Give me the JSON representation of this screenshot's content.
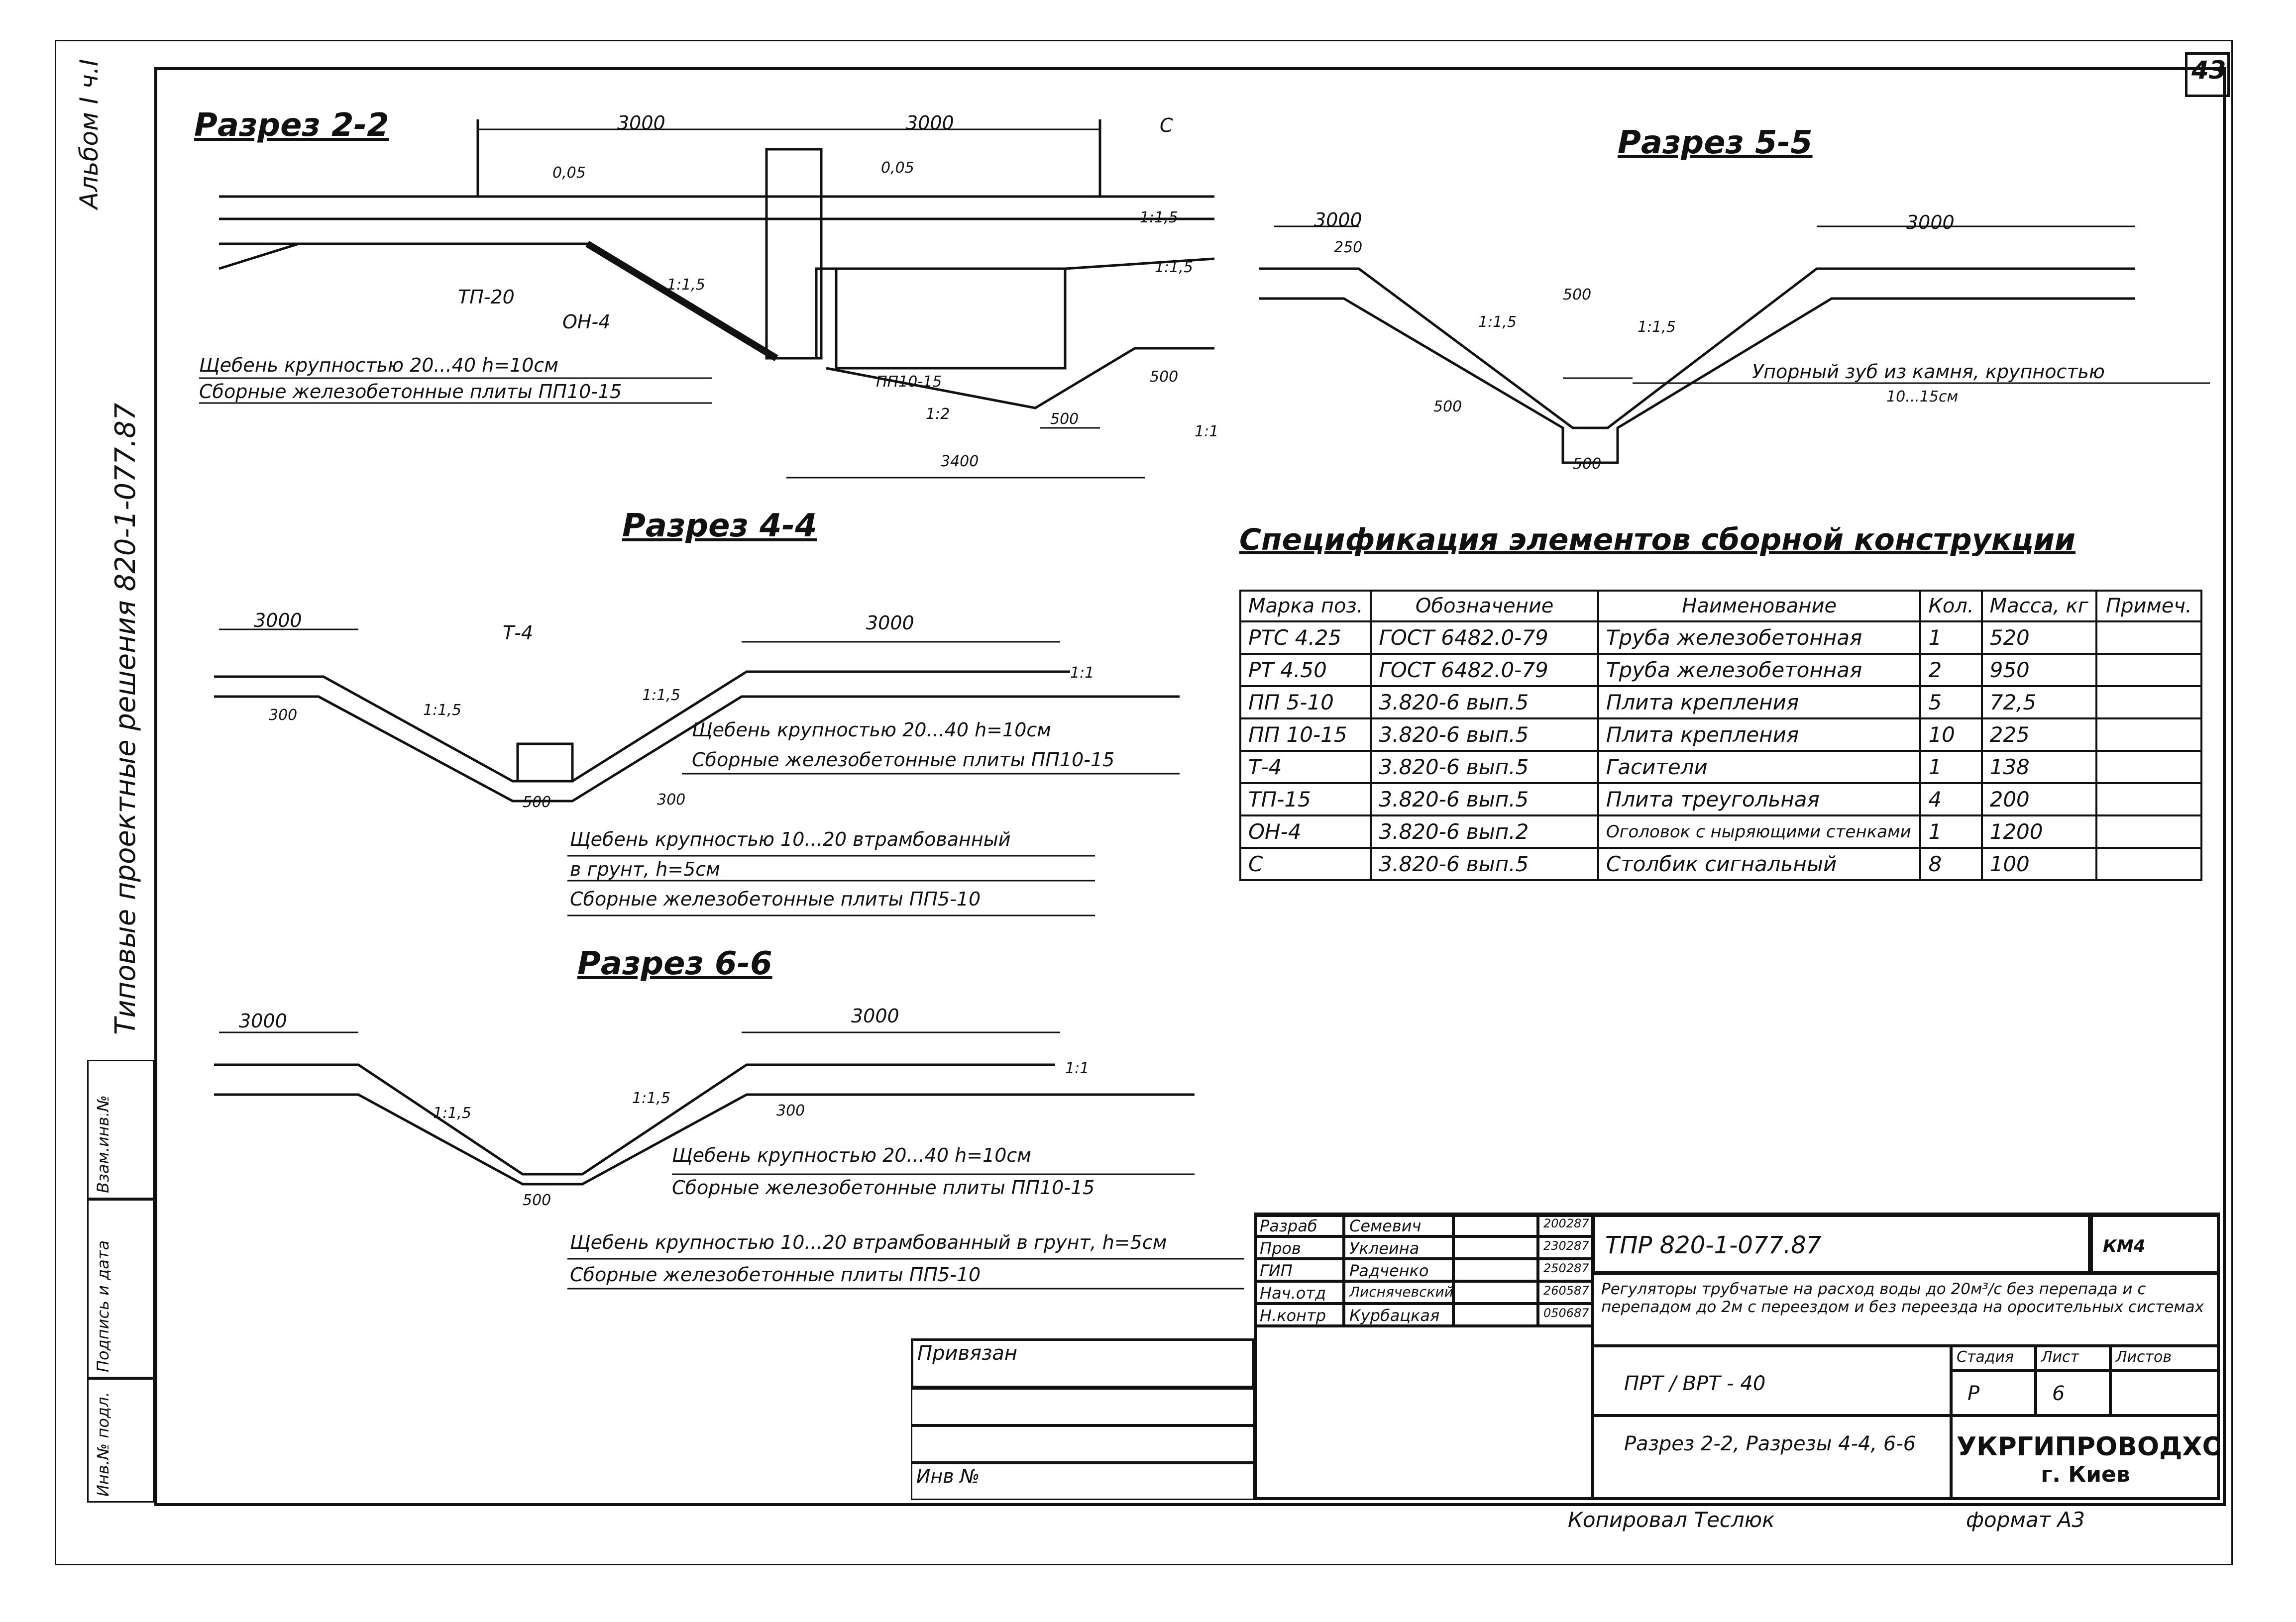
{
  "sheet": {
    "sheet_no": "43",
    "side_album": "Альбом I ч.I",
    "side_title": "Типовые проектные решения 820-1-077.87",
    "side_cells": [
      "Взам.инв.№",
      "Подпись и дата",
      "Инв.№ подл."
    ]
  },
  "sections": {
    "s22": {
      "title": "Разрез 2-2",
      "dim1": "3000",
      "dim2": "3000",
      "c": "С",
      "slope1": "0,05",
      "slope2": "0,05",
      "label1": "1:1,5",
      "label2": "1:1,5",
      "label3": "1:1,5",
      "label_tp": "ТП-20",
      "label_on": "ОН-4",
      "label_pp": "ПП10-15",
      "label_12": "1:2",
      "label_11": "1:1",
      "dim500a": "500",
      "dim500b": "500",
      "dim3400": "3400",
      "note1": "Щебень крупностью 20...40    h=10см",
      "note2": "Сборные железобетонные плиты ПП10-15"
    },
    "s55": {
      "title": "Разрез 5-5",
      "dim1": "3000",
      "dim2": "3000",
      "dim250": "250",
      "dim500a": "500",
      "dim500b": "500",
      "dim500c": "500",
      "slope1": "1:1,5",
      "slope2": "1:1,5",
      "note1": "Упорный зуб из камня, крупностью",
      "note2": "10...15см"
    },
    "s44": {
      "title": "Разрез 4-4",
      "dim1": "3000",
      "dim2": "3000",
      "dim300": "300",
      "dim500": "500",
      "dim300b": "300",
      "t4": "Т-4",
      "slope1": "1:1,5",
      "slope2": "1:1,5",
      "slope3": "1:1",
      "note1": "Щебень крупностью 20...40    h=10см",
      "note2": "Сборные железобетонные плиты ПП10-15",
      "note3": "Щебень крупностью 10...20    втрамбованный",
      "note4": "в грунт, h=5см",
      "note5": "Сборные железобетонные плиты ПП5-10"
    },
    "s66": {
      "title": "Разрез 6-6",
      "dim1": "3000",
      "dim2": "3000",
      "dim300": "300",
      "dim500": "500",
      "slope1": "1:1,5",
      "slope2": "1:1,5",
      "slope3": "1:1",
      "note1": "Щебень крупностью 20...40    h=10см",
      "note2": "Сборные железобетонные плиты ПП10-15",
      "note3": "Щебень крупностью 10...20    втрамбованный в грунт, h=5см",
      "note4": "Сборные железобетонные плиты ПП5-10"
    }
  },
  "spec": {
    "title": "Спецификация элементов сборной конструкции",
    "headers": [
      "Марка поз.",
      "Обозначение",
      "Наименование",
      "Кол.",
      "Масса, кг",
      "Примеч."
    ],
    "rows": [
      [
        "РТС 4.25",
        "ГОСТ 6482.0-79",
        "Труба железобетонная",
        "1",
        "520",
        ""
      ],
      [
        "РТ 4.50",
        "ГОСТ 6482.0-79",
        "Труба железобетонная",
        "2",
        "950",
        ""
      ],
      [
        "ПП 5-10",
        "3.820-6 вып.5",
        "Плита крепления",
        "5",
        "72,5",
        ""
      ],
      [
        "ПП 10-15",
        "3.820-6 вып.5",
        "Плита крепления",
        "10",
        "225",
        ""
      ],
      [
        "Т-4",
        "3.820-6 вып.5",
        "Гасители",
        "1",
        "138",
        ""
      ],
      [
        "ТП-15",
        "3.820-6 вып.5",
        "Плита треугольная",
        "4",
        "200",
        ""
      ],
      [
        "ОН-4",
        "3.820-6 вып.2",
        "Оголовок с ныряющими стенками",
        "1",
        "1200",
        ""
      ],
      [
        "С",
        "3.820-6 вып.5",
        "Столбик сигнальный",
        "8",
        "100",
        ""
      ]
    ]
  },
  "stamp": {
    "roles": [
      {
        "role": "Разраб",
        "name": "Семевич",
        "date": "200287"
      },
      {
        "role": "Пров",
        "name": "Уклеина",
        "date": "230287"
      },
      {
        "role": "ГИП",
        "name": "Радченко",
        "date": "250287"
      },
      {
        "role": "Нач.отд",
        "name": "Лиснячевский",
        "date": "260587"
      },
      {
        "role": "Н.контр",
        "name": "Курбацкая",
        "date": "050687"
      }
    ],
    "code": "ТПР 820-1-077.87",
    "mark": "КМ4",
    "description": "Регуляторы трубчатые на расход воды до 20м³/с без перепада и с перепадом до 2м с переездом и без переезда на оросительных системах",
    "stage_h": "Стадия",
    "sheet_h": "Лист",
    "sheets_h": "Листов",
    "stage": "Р",
    "sheet": "6",
    "sheets": "",
    "object": "ПРТ / ВРТ - 40",
    "drawing": "Разрез 2-2, Разрезы 4-4, 6-6",
    "org": "УКРГИПРОВОДХОЗ",
    "city": "г. Киев",
    "bound": "Привязан",
    "inv": "Инв №",
    "copied": "Копировал  Теслюк",
    "format": "формат  А3"
  }
}
